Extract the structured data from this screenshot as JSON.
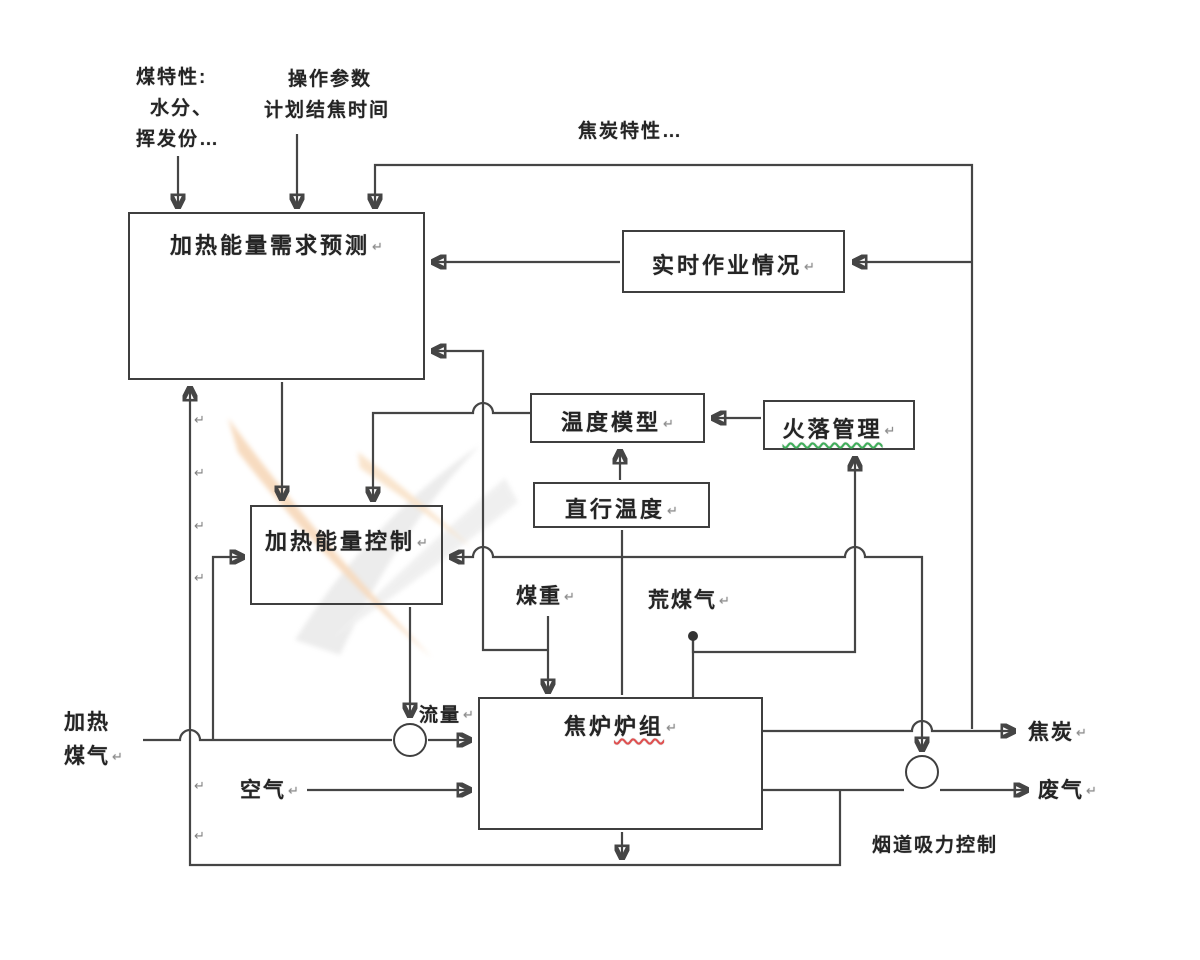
{
  "diagram": {
    "nodes": {
      "prediction": {
        "label": "加热能量需求预测"
      },
      "realtime": {
        "label": "实时作业情况"
      },
      "temp_model": {
        "label": "温度模型"
      },
      "fire_fall": {
        "label": "火落管理"
      },
      "cross_temp": {
        "label": "直行温度"
      },
      "energy_control": {
        "label": "加热能量控制"
      },
      "oven_group": {
        "label_plain": "焦炉",
        "label_underlined": "炉组"
      }
    },
    "labels": {
      "coal_props_line1": "煤特性:",
      "coal_props_line2": "水分、",
      "coal_props_line3": "挥发份…",
      "op_params_line1": "操作参数",
      "op_params_line2": "计划结焦时间",
      "coke_props": "焦炭特性…",
      "coal_weight": "煤重",
      "raw_gas": "荒煤气",
      "heating_gas_line1": "加热",
      "heating_gas_line2": "煤气",
      "air": "空气",
      "flow": "流量",
      "coke": "焦炭",
      "waste_gas": "废气",
      "flue_suction": "烟道吸力控制"
    },
    "marks": {
      "return_mark": "↵"
    },
    "colors": {
      "line": "#454545",
      "text": "#242424",
      "red_wavy": "#e04f4f",
      "green_wavy": "#3fae5a",
      "watermark_orange": "#f3c89e",
      "watermark_gray": "#e2e2e2"
    }
  }
}
